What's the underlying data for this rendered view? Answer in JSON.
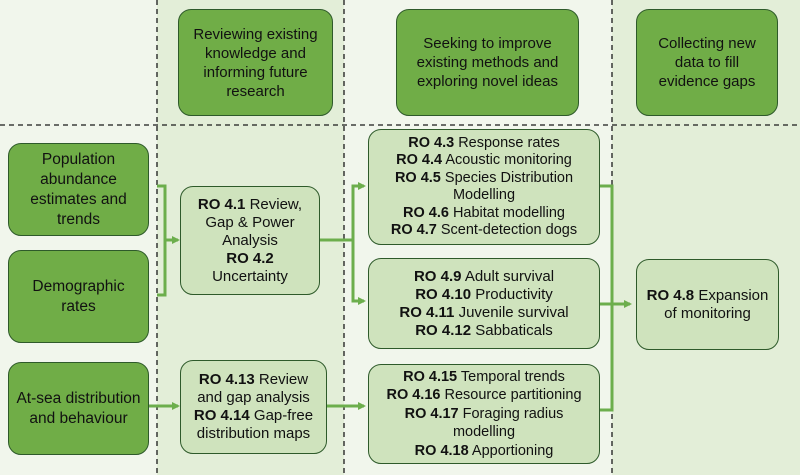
{
  "colors": {
    "dark_fill": "#70ad47",
    "light_fill": "#cfe3bd",
    "band_left": "#f1f6ec",
    "band_mid": "#e3eed8",
    "border": "#2e5a2a",
    "arrow": "#6cae4c",
    "dash": "#1a1a1a"
  },
  "headers": {
    "reviewing": "Reviewing existing knowledge and informing future research",
    "improving": "Seeking to improve existing methods and exploring novel ideas",
    "collecting": "Collecting new data to fill evidence gaps"
  },
  "inputs": {
    "population": "Population abundance estimates and trends",
    "demographic": "Demographic rates",
    "atsea": "At-sea distribution and behaviour"
  },
  "review_boxes": {
    "r41_code": "RO 4.1",
    "r41_text": "Review, Gap & Power Analysis",
    "r42_code": "RO 4.2",
    "r42_text": "Uncertainty",
    "r413_code": "RO 4.13",
    "r413_text": "Review and gap analysis",
    "r414_code": "RO 4.14",
    "r414_text": "Gap-free distribution maps"
  },
  "methods_top": [
    {
      "code": "RO 4.3",
      "text": "Response rates"
    },
    {
      "code": "RO 4.4",
      "text": "Acoustic monitoring"
    },
    {
      "code": "RO 4.5",
      "text": "Species Distribution Modelling"
    },
    {
      "code": "RO 4.6",
      "text": "Habitat modelling"
    },
    {
      "code": "RO 4.7",
      "text": "Scent-detection dogs"
    }
  ],
  "methods_mid": [
    {
      "code": "RO 4.9",
      "text": "Adult survival"
    },
    {
      "code": "RO 4.10",
      "text": "Productivity"
    },
    {
      "code": "RO 4.11",
      "text": "Juvenile survival"
    },
    {
      "code": "RO 4.12",
      "text": "Sabbaticals"
    }
  ],
  "methods_bot": [
    {
      "code": "RO 4.15",
      "text": "Temporal trends"
    },
    {
      "code": "RO 4.16",
      "text": "Resource partitioning"
    },
    {
      "code": "RO 4.17",
      "text": "Foraging radius modelling"
    },
    {
      "code": "RO 4.18",
      "text": "Apportioning"
    }
  ],
  "expansion": {
    "code": "RO 4.8",
    "text": "Expansion of monitoring"
  }
}
